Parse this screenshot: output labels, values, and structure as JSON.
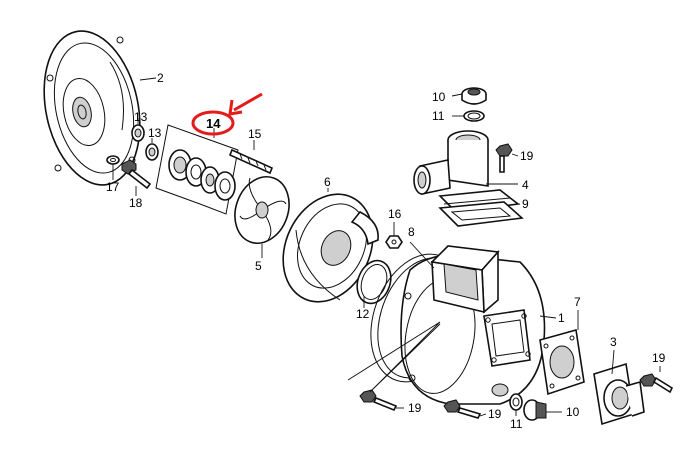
{
  "diagram": {
    "callouts": {
      "c1": "1",
      "c2": "2",
      "c3": "3",
      "c4": "4",
      "c5": "5",
      "c6": "6",
      "c7": "7",
      "c8": "8",
      "c9": "9",
      "c10a": "10",
      "c10b": "10",
      "c11a": "11",
      "c11b": "11",
      "c12": "12",
      "c13a": "13",
      "c13b": "13",
      "c14": "14",
      "c15": "15",
      "c16": "16",
      "c17": "17",
      "c18": "18",
      "c19a": "19",
      "c19b": "19",
      "c19c": "19",
      "c19d": "19"
    },
    "highlight": {
      "callout": "14",
      "color": "#e31b1b"
    }
  }
}
